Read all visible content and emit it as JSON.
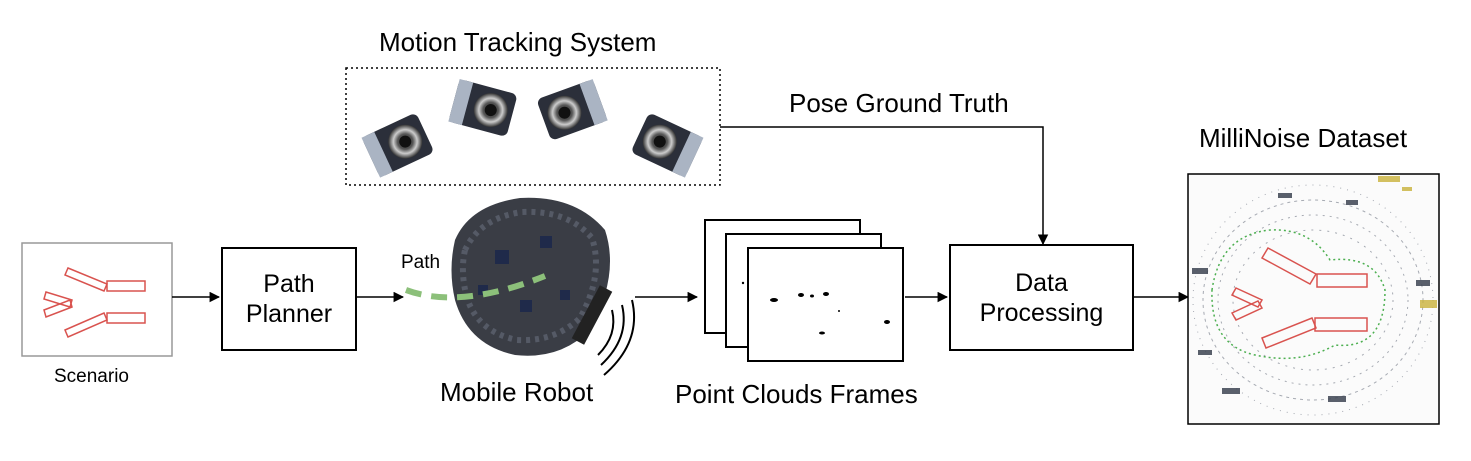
{
  "labels": {
    "motion_tracking": "Motion Tracking System",
    "pose_ground_truth": "Pose Ground Truth",
    "dataset": "MilliNoise Dataset",
    "scenario": "Scenario",
    "path": "Path",
    "mobile_robot": "Mobile Robot",
    "point_clouds": "Point Clouds Frames"
  },
  "boxes": {
    "path_planner": "Path\nPlanner",
    "data_processing": "Data\nProcessing"
  },
  "colors": {
    "scenario_shapes": "#d9534f",
    "path_line": "#8cc07a",
    "dataset_boxes": "#d9534f",
    "dataset_contour": "#4caf50"
  },
  "icons": [
    "camera-icon",
    "robot-icon",
    "signal-waves-icon"
  ]
}
